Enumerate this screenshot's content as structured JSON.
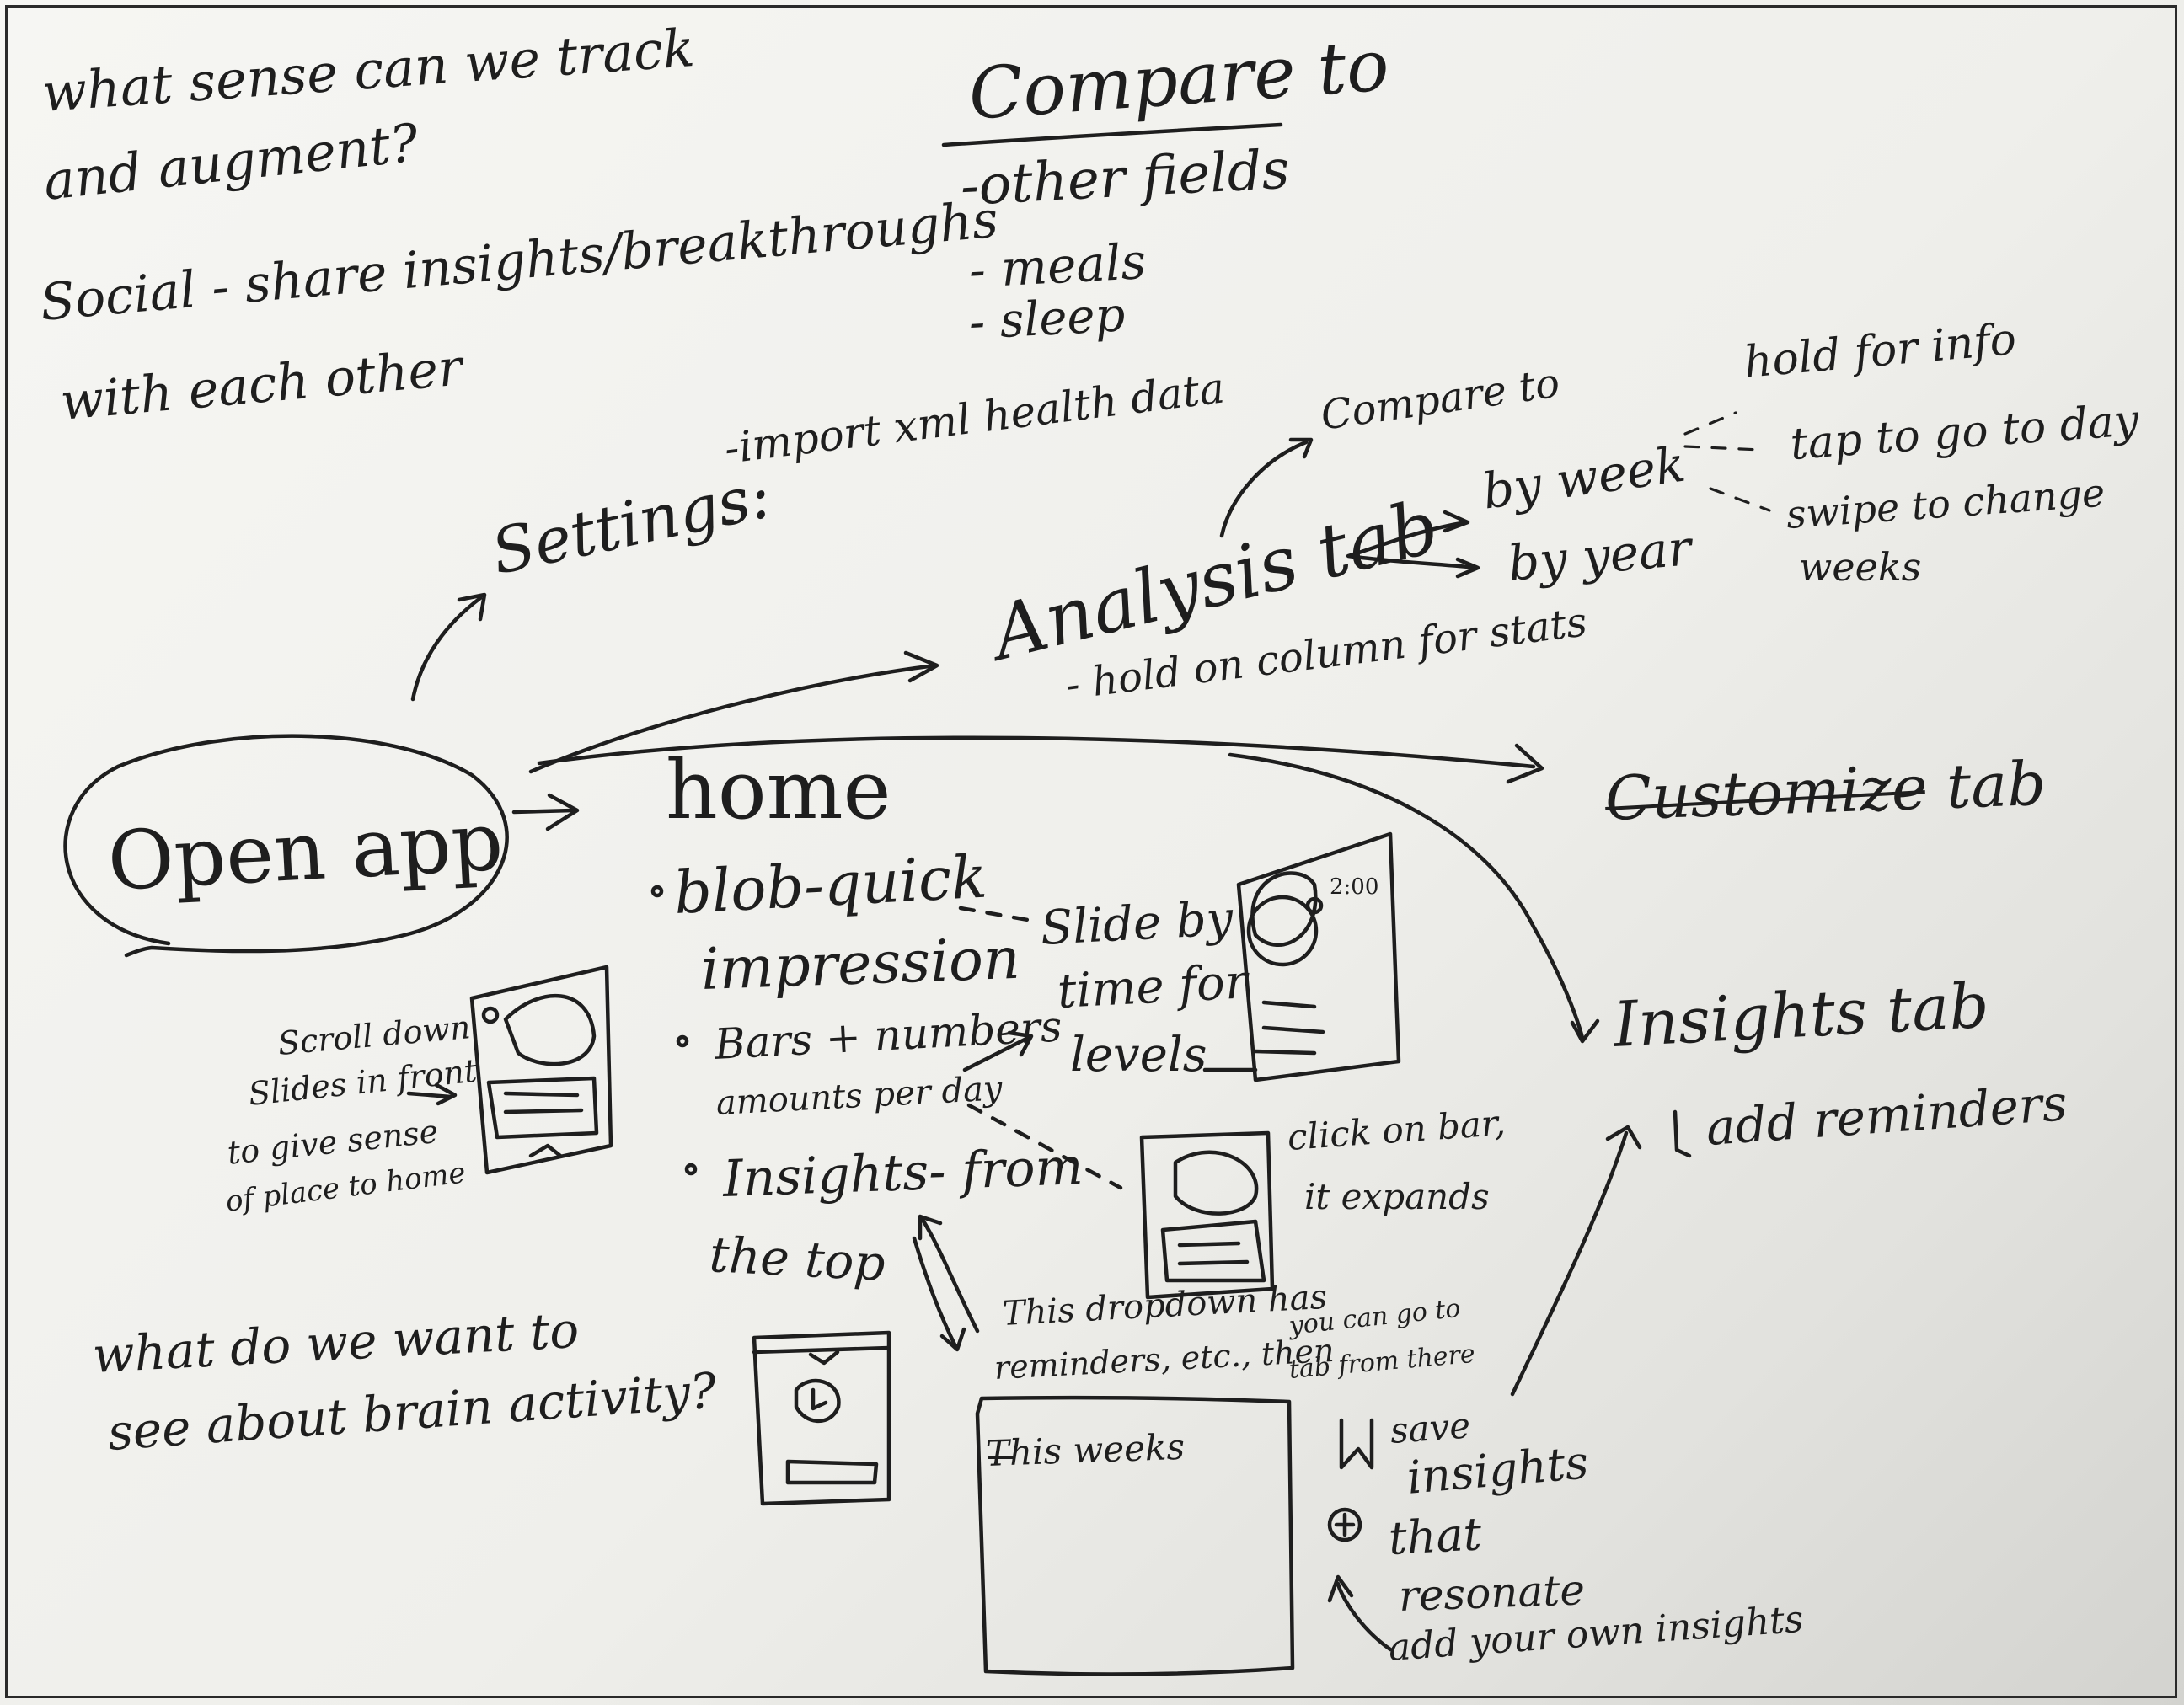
{
  "notes": {
    "sense_question_1": "what sense can we track",
    "sense_question_2": "and augment?",
    "social_1": "Social - share insights/breakthroughs",
    "social_2": "with each other",
    "compare_heading": "Compare to",
    "compare_items": [
      "-other fields",
      "- meals",
      "- sleep"
    ],
    "brain_1": "what do we want to",
    "brain_2": "see about brain activity?"
  },
  "flow": {
    "open_app": "Open app",
    "settings": "Settings:",
    "settings_item_1": "-import xml health data",
    "settings_item_2": "-",
    "analysis_tab": "Analysis tab",
    "analysis_compare": "Compare to",
    "by_week": "by week",
    "by_year": "by year",
    "hold_info": "hold for info",
    "tap_day": "tap to go to day",
    "swipe_change": "swipe to change",
    "weeks": "weeks",
    "hold_column": "- hold on column for stats",
    "customize_tab": "Customize tab",
    "insights_tab": "Insights tab",
    "add_reminders": "add reminders"
  },
  "home": {
    "title": "home",
    "blob_1": "blob-quick",
    "blob_2": "impression",
    "bars_1": "Bars + numbers",
    "bars_2": "amounts per day",
    "insights_1": "Insights- from",
    "insights_2": "the top",
    "slide_1": "Slide by",
    "slide_2": "time for",
    "slide_3": "levels",
    "click_1": "click on bar,",
    "click_2": "it expands",
    "dropdown_1": "This dropdown has",
    "dropdown_2": "reminders, etc., then",
    "goto_1": "you can go to",
    "goto_2": "tab from there",
    "scroll_1": "Scroll down",
    "scroll_2": "Slides in front",
    "scroll_3": "to give sense",
    "scroll_4": "of place to home",
    "phone_time": "2:00",
    "box_label": "This weeks",
    "save_1": "save",
    "save_2": "insights",
    "save_3": "that",
    "save_4": "resonate",
    "add_own": "add your own insights"
  }
}
